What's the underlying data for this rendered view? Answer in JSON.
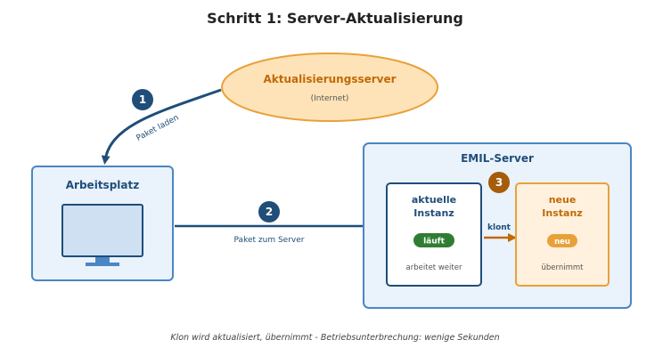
{
  "title": "Schritt 1: Server-Aktualisierung",
  "update_server": {
    "label": "Aktualisierungsserver",
    "sublabel": "(Internet)"
  },
  "workstation": {
    "label": "Arbeitsplatz"
  },
  "emil_server": {
    "label": "EMIL-Server"
  },
  "current_instance": {
    "label_line1": "aktuelle",
    "label_line2": "Instanz",
    "badge": "läuft",
    "caption": "arbeitet weiter"
  },
  "new_instance": {
    "label_line1": "neue",
    "label_line2": "Instanz",
    "badge": "neu",
    "caption": "übernimmt"
  },
  "steps": [
    {
      "number": "1",
      "label": "Paket laden"
    },
    {
      "number": "2",
      "label": "Paket zum Server"
    },
    {
      "number": "3",
      "label": "klont"
    }
  ],
  "footnote": "Klon wird aktualisiert, übernimmt - Betriebsunterbrechung: wenige Sekunden",
  "colors": {
    "navy": "#1f4e79",
    "blue_border": "#4a86c5",
    "light_blue_fill": "#eaf2fb",
    "orange": "#c06a06",
    "orange_border": "#e8a13a",
    "orange_fill": "#fff1dd",
    "peach_fill": "#ffe3b8",
    "green_badge": "#2f7d32",
    "text_gray": "#555555"
  }
}
